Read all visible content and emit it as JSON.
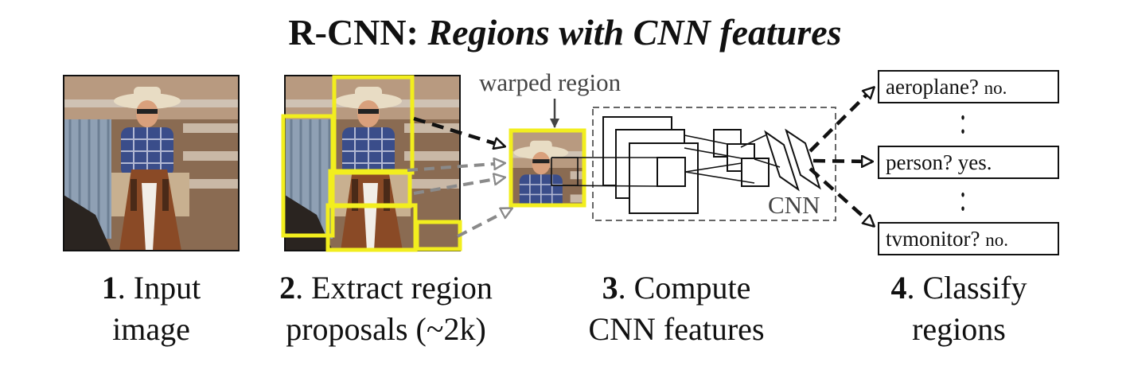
{
  "title": {
    "bold_part": "R-CNN:",
    "italic_part": "Regions with CNN features"
  },
  "labels": {
    "warped_region": "warped region",
    "cnn": "CNN"
  },
  "steps": [
    {
      "num": "1",
      "line1": ". Input",
      "line2": "image"
    },
    {
      "num": "2",
      "line1": ". Extract region",
      "line2": "proposals (~2k)"
    },
    {
      "num": "3",
      "line1": ". Compute",
      "line2": "CNN features"
    },
    {
      "num": "4",
      "line1": ". Classify",
      "line2": "regions"
    }
  ],
  "classes": [
    {
      "question": "aeroplane?",
      "answer": "no."
    },
    {
      "question": "person? yes.",
      "answer": ""
    },
    {
      "question": "tvmonitor?",
      "answer": "no."
    }
  ],
  "dots": [
    ":",
    ":"
  ],
  "colors": {
    "proposal_box": "#f2ee1e",
    "arrow_black": "#111111",
    "arrow_gray": "#8a8a8a",
    "cnn_dashed_box": "#666666"
  },
  "image_semantics": "cowboy-on-horse-photo"
}
